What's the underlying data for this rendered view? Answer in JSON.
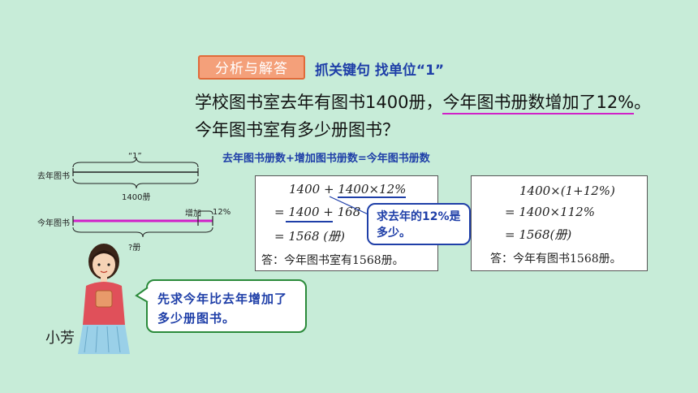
{
  "header": {
    "tag_label": "分析与解答",
    "tip": "抓关键句  找单位“1”"
  },
  "problem": {
    "line1_pre": "学校图书室去年有图书1400册，",
    "line1_highlight": "今年图书册数增加了12%",
    "line1_post": "。",
    "line2": "今年图书室有多少册图书？"
  },
  "relation": "去年图书册数+增加图书册数=今年图书册数",
  "diagram": {
    "last_year_label": "去年图书",
    "this_year_label": "今年图书",
    "unit_one": "“1”",
    "last_year_total": "1400册",
    "increase_label": "增加",
    "increase_pct": "12%",
    "this_year_total": "?册"
  },
  "solution1": {
    "line1_a": "1400 + ",
    "line1_b": "1400×12%",
    "line2": "= 1400 + 168",
    "line3": "= 1568 (册)",
    "answer": "答：今年图书室有1568册。"
  },
  "callout1": "求去年的12%是多少。",
  "solution2": {
    "line1": "1400×(1+12%)",
    "line2": "= 1400×112%",
    "line3": "= 1568(册)",
    "answer": "答：今年有图书1568册。"
  },
  "character": {
    "name": "小芳",
    "speech": "先求今年比去年增加了多少册图书。"
  },
  "colors": {
    "background": "#c7ecd8",
    "accent_blue": "#1f3fa8",
    "highlight_magenta": "#d020c8",
    "tag_orange": "#f4a07a",
    "bubble_border": "#2a8a3a"
  }
}
